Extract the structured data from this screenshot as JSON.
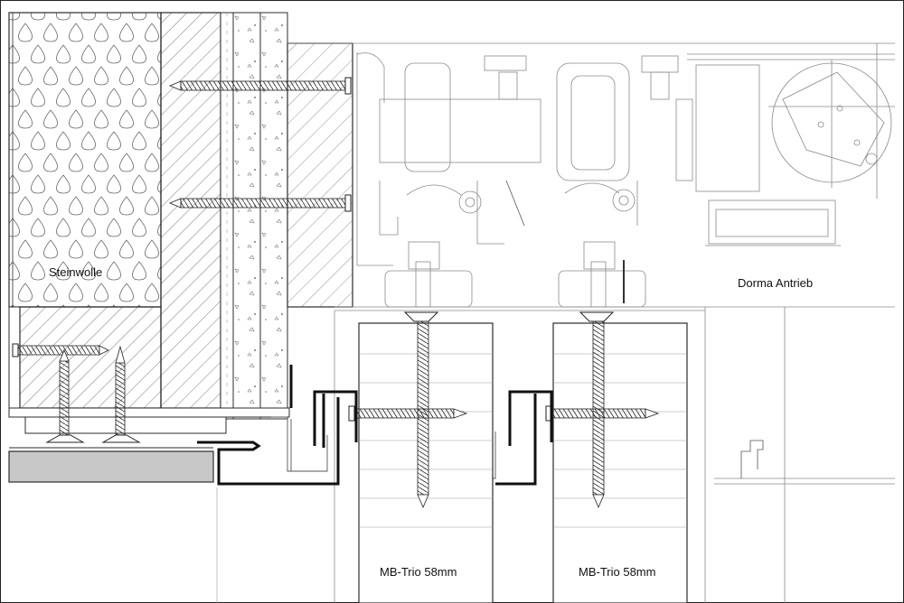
{
  "labels": {
    "insulation": "Steinwolle",
    "drive": "Dorma Antrieb",
    "panel_left": "MB-Trio 58mm",
    "panel_right": "MB-Trio 58mm"
  },
  "colors": {
    "line": "#2b2b2b",
    "thin": "#8a8a8a",
    "profile": "#111111",
    "filler": "#c8c8c8"
  }
}
